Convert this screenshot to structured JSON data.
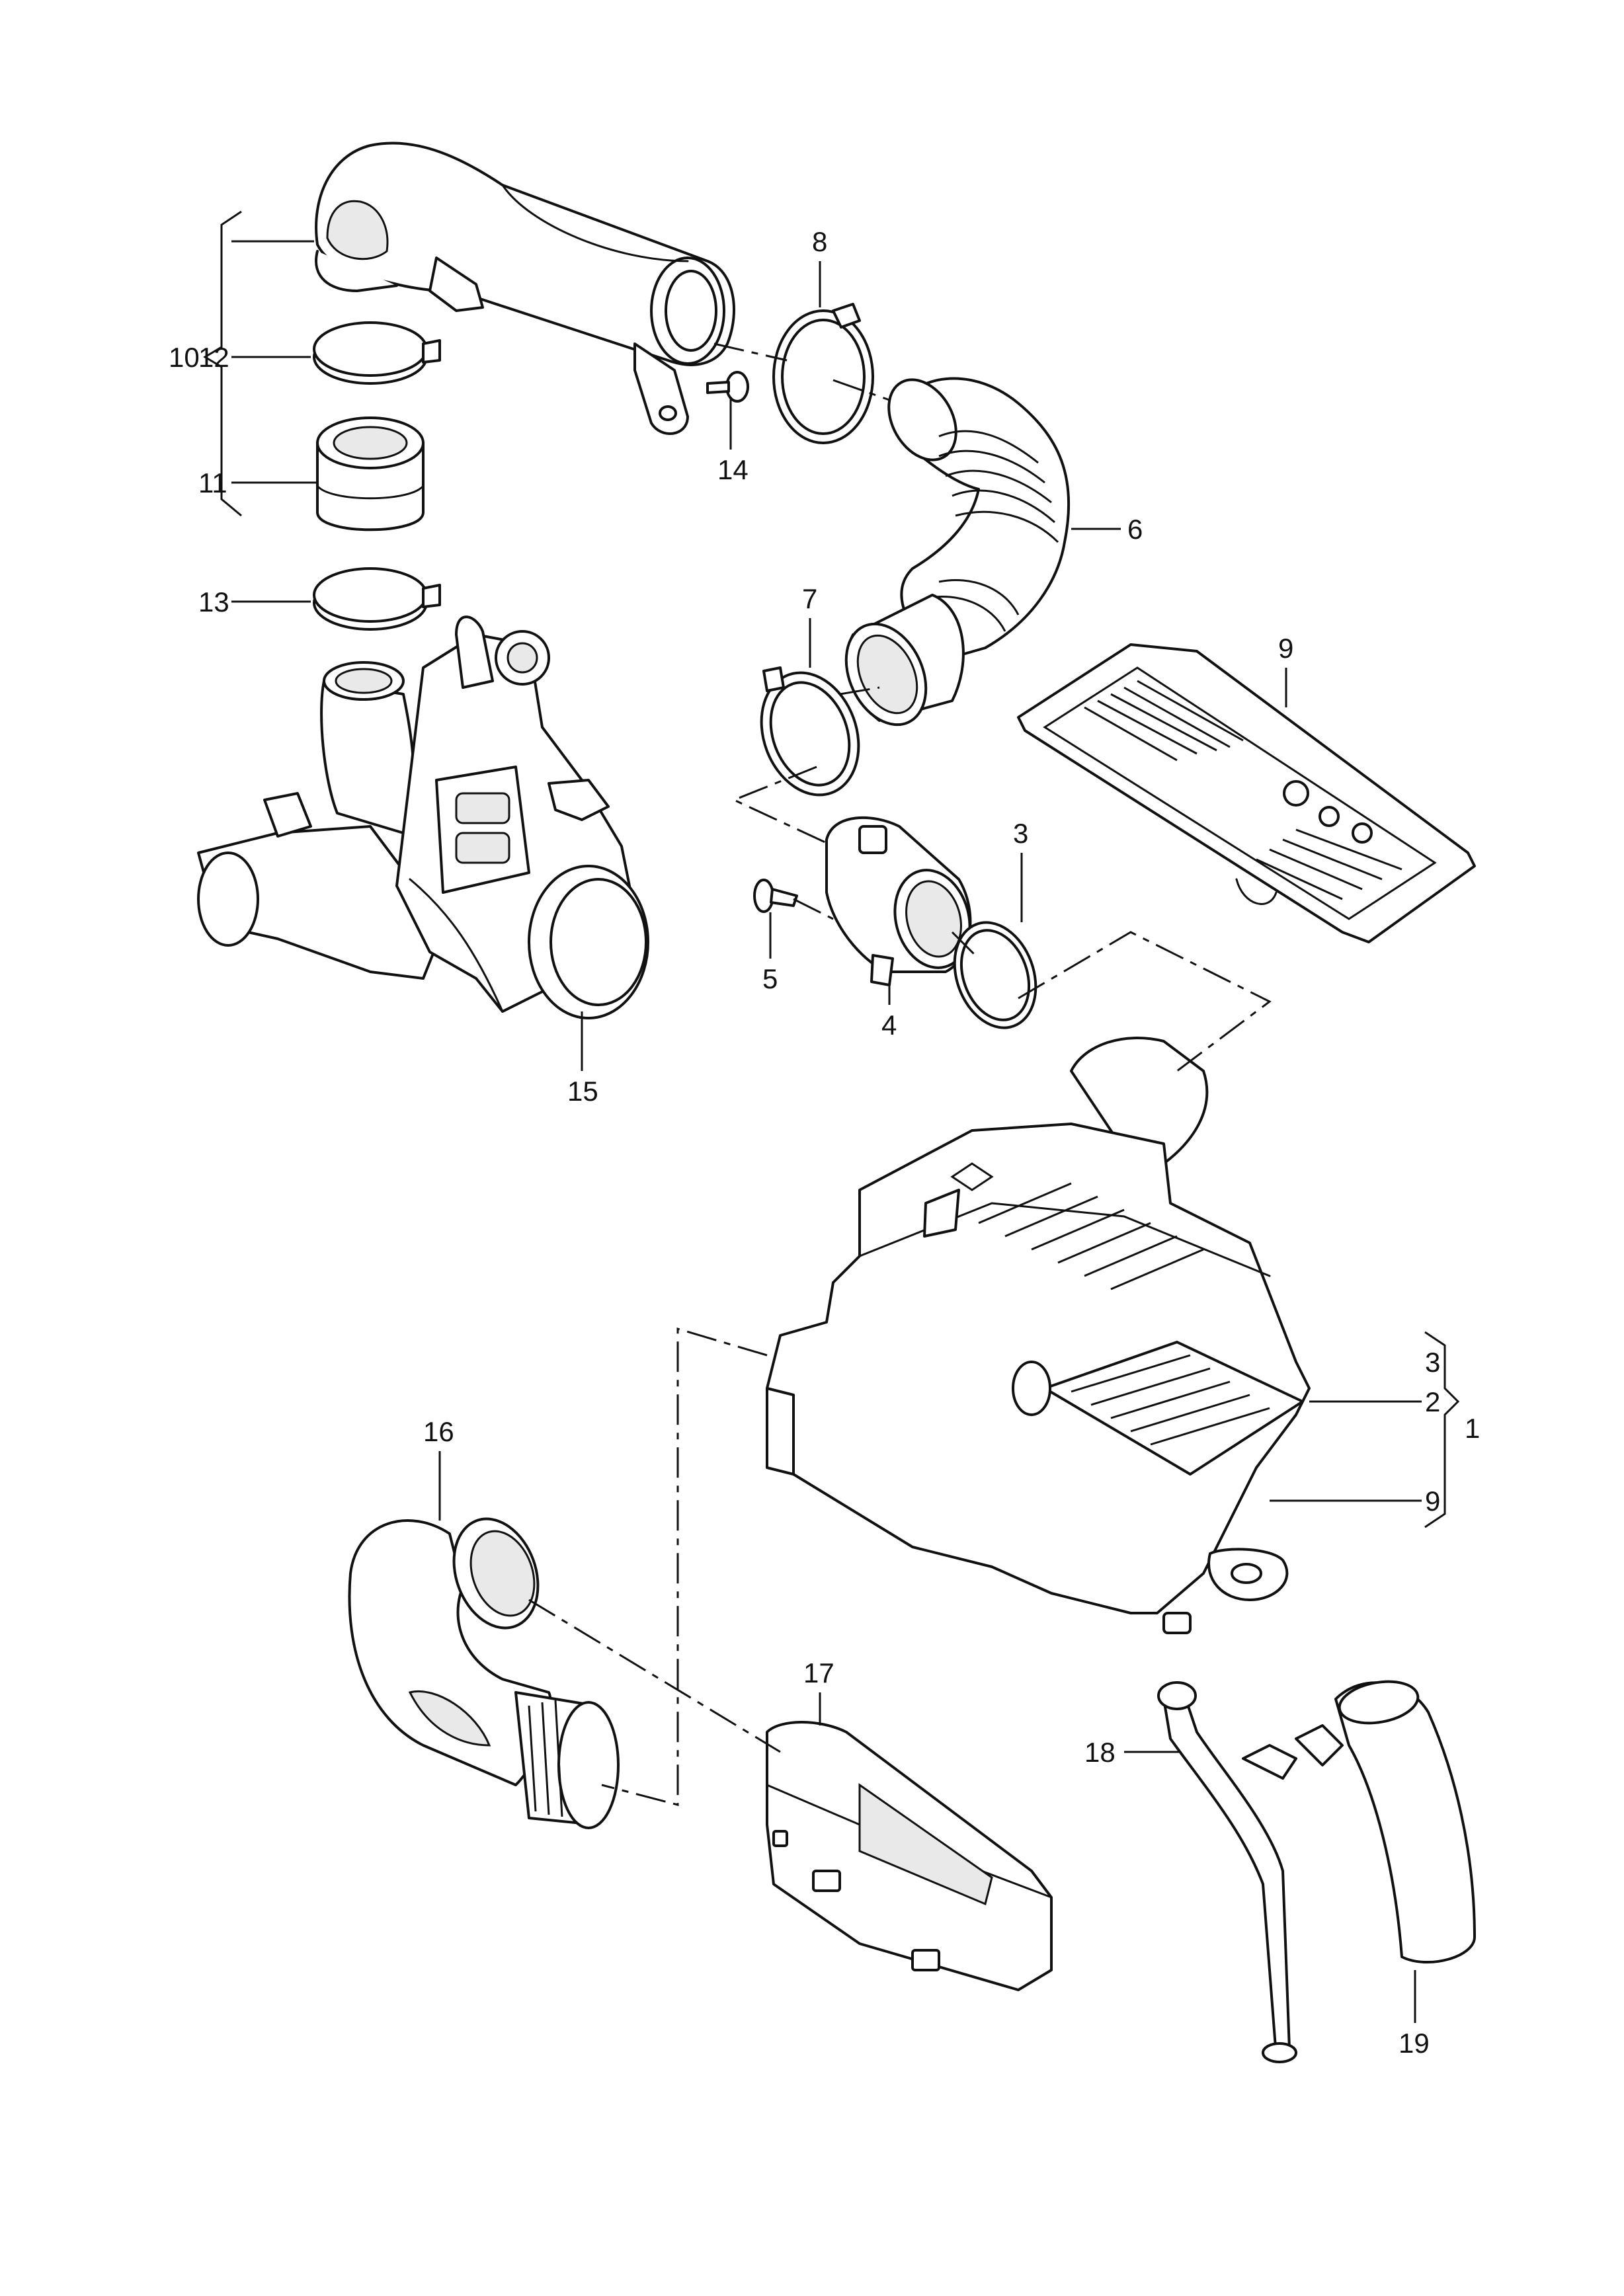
{
  "callouts": {
    "c1": "1",
    "c2": "2",
    "c3a": "3",
    "c3b": "3",
    "c4": "4",
    "c5": "5",
    "c6": "6",
    "c7": "7",
    "c8": "8",
    "c9a": "9",
    "c9b": "9",
    "c10": "10",
    "c11": "11",
    "c12": "12",
    "c13": "13",
    "c14": "14",
    "c15": "15",
    "c16": "16",
    "c17": "17",
    "c18": "18",
    "c19": "19"
  },
  "colors": {
    "line": "#111111",
    "background": "#ffffff",
    "shade": "#e9e9e9"
  }
}
